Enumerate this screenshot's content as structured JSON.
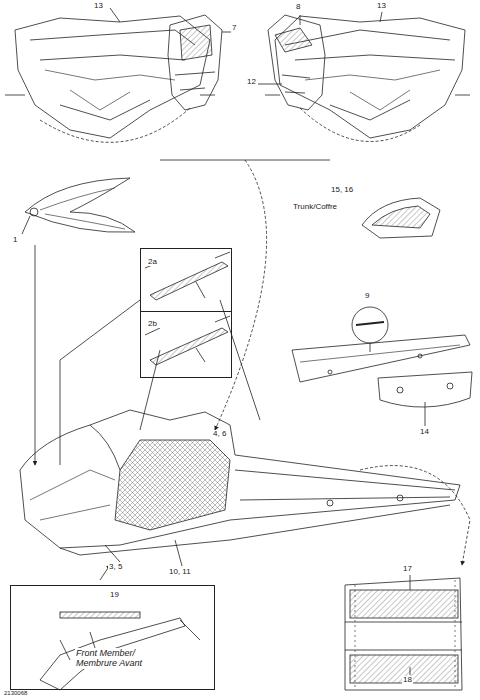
{
  "diagram": {
    "nodes": [
      {
        "text": [
          "2a",
          "2b"
        ]
      },
      {
        "text": [
          "19",
          "Front Member/ Membrure Avant"
        ]
      }
    ],
    "labels": [
      "13",
      "7",
      "8",
      "13",
      "12",
      "1",
      "15, 16",
      "Trunk/Coffre",
      "9",
      "14",
      "4, 6",
      "3, 5",
      "10, 11",
      "17",
      "18",
      "2130068"
    ]
  }
}
